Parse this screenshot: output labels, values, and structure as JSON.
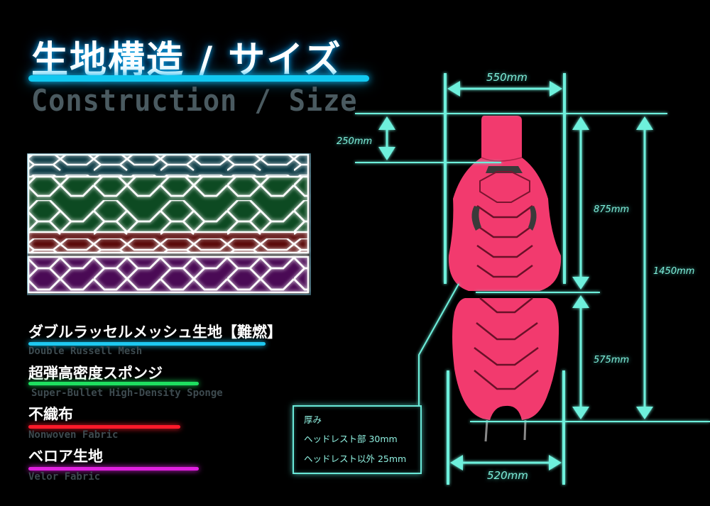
{
  "header": {
    "title_jp": "生地構造 / サイズ",
    "title_en": "Construction / Size",
    "accent_color": "#12c8f0"
  },
  "layers": [
    {
      "jp": "ダブルラッセルメッシュ生地【難燃】",
      "en": "Double Russell Mesh",
      "color": "#1ec8f0"
    },
    {
      "jp": "超弾高密度スポンジ",
      "en": "Super-Bullet High-Density Sponge",
      "color": "#1ee060"
    },
    {
      "jp": "不織布",
      "en": "Nonwoven Fabric",
      "color": "#ff1a2a"
    },
    {
      "jp": "ベロア生地",
      "en": "Velor Fabric",
      "color": "#e020e0"
    }
  ],
  "dimensions": {
    "top_width": "550mm",
    "headrest_height": "250mm",
    "back_height": "875mm",
    "total_height": "1450mm",
    "seat_height": "575mm",
    "bottom_width": "520mm",
    "line_color": "#6ef0dc"
  },
  "thickness_note": {
    "title": "厚み",
    "line1": "ヘッドレスト部 30mm",
    "line2": "ヘッドレスト以外 25mm"
  },
  "product": {
    "color": "#f23a6e"
  }
}
